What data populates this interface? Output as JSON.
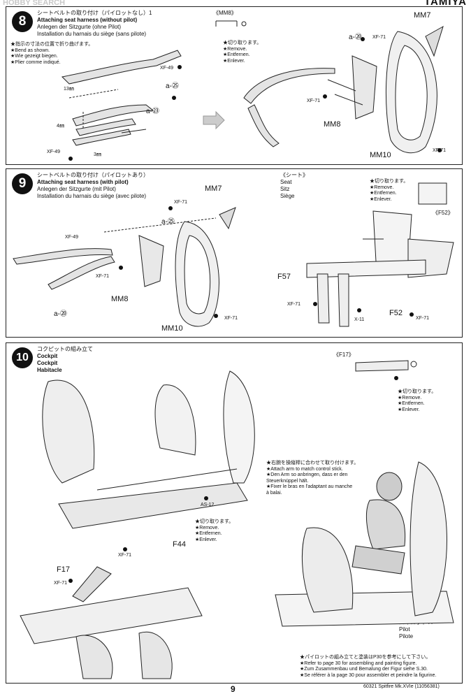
{
  "header": {
    "brand": "TAMIYA",
    "watermark": "HOBBY SEARCH"
  },
  "step8": {
    "number": "8",
    "title_jp": "シートベルトの取り付け（パイロットなし）1",
    "title_en": "Attaching seat harness (without pilot)",
    "title_de": "Anlegen der Sitzgurte (ohne Pilot)",
    "title_fr": "Installation du harnais du siège (sans pilote)",
    "bend_note": [
      "★指示の寸法の位置で折り曲げます。",
      "★Bend as shown.",
      "★Wie gezeigt biegen.",
      "★Plier comme indiqué."
    ],
    "cut_note": [
      "★切り取ります。",
      "★Remove.",
      "★Entfernen.",
      "★Enlever."
    ],
    "sub_title": "《MM8》",
    "labels": {
      "mm7": "MM7",
      "mm8": "MM8",
      "mm10": "MM10",
      "a23": "a-㉓",
      "a25": "a-㉕",
      "a20": "a-⑳"
    },
    "dims": {
      "d13": "13㎜",
      "d4": "4㎜",
      "d3": "3㎜"
    },
    "codes": {
      "xf49a": "XF-49",
      "xf49b": "XF-49",
      "xf71a": "XF-71",
      "xf71b": "XF-71",
      "xf71c": "XF-71"
    }
  },
  "step9": {
    "number": "9",
    "title_jp": "シートベルトの取り付け（パイロットあり）",
    "title_en": "Attaching seat harness (with pilot)",
    "title_de": "Anlegen der Sitzgurte (mit Pilot)",
    "title_fr": "Installation du harnais du siège (avec pilote)",
    "seat_title": [
      "《シート》",
      "Seat",
      "Sitz",
      "Siège"
    ],
    "cut_note": [
      "★切り取ります。",
      "★Remove.",
      "★Entfernen.",
      "★Enlever."
    ],
    "sub_f52": "《F52》",
    "labels": {
      "mm7": "MM7",
      "mm8": "MM8",
      "mm10": "MM10",
      "a25": "a-㉕",
      "a20": "a-⑳",
      "f57": "F57",
      "f52": "F52"
    },
    "codes": {
      "xf49": "XF-49",
      "xf71a": "XF-71",
      "xf71b": "XF-71",
      "xf71c": "XF-71",
      "xf71d": "XF-71",
      "xf71e": "XF-71",
      "x11": "X-11"
    }
  },
  "step10": {
    "number": "10",
    "title_jp": "コクピットの組み立て",
    "title_en": "Cockpit",
    "title_de": "Cockpit",
    "title_fr": "Habitacle",
    "sub_f17": "《F17》",
    "cut_note1": [
      "★切り取ります。",
      "★Remove.",
      "★Entfernen.",
      "★Enlever."
    ],
    "cut_note2": [
      "★切り取ります。",
      "★Remove.",
      "★Entfernen.",
      "★Enlever."
    ],
    "arm_note": [
      "★右腕を操縦桿に合わせて取り付けます。",
      "★Attach arm to match control stick.",
      "★Den Arm so anbringen, dass er den",
      "Steuerknüppel hält.",
      "★Fixer le bras en l'adaptant au manche",
      "à balai."
    ],
    "pilot": [
      "パイロット A",
      "Pilot",
      "Pilote"
    ],
    "labels": {
      "f44": "F44",
      "f17": "F17"
    },
    "codes": {
      "as12": "AS-12",
      "xf71a": "XF-71",
      "xf71b": "XF-71"
    },
    "footnote": [
      "★パイロットの組み立てと塗装はP30を参考にして下さい。",
      "★Refer to page 30 for assembling and painting figure.",
      "★Zum Zusammenbau und Bemalung der Figur siehe S.30.",
      "★Se référer à la page 30 pour assembler et peindre la figurine."
    ]
  },
  "footer": {
    "code": "60321  Spitfire Mk.XVIe (11056381)",
    "page": "9"
  }
}
